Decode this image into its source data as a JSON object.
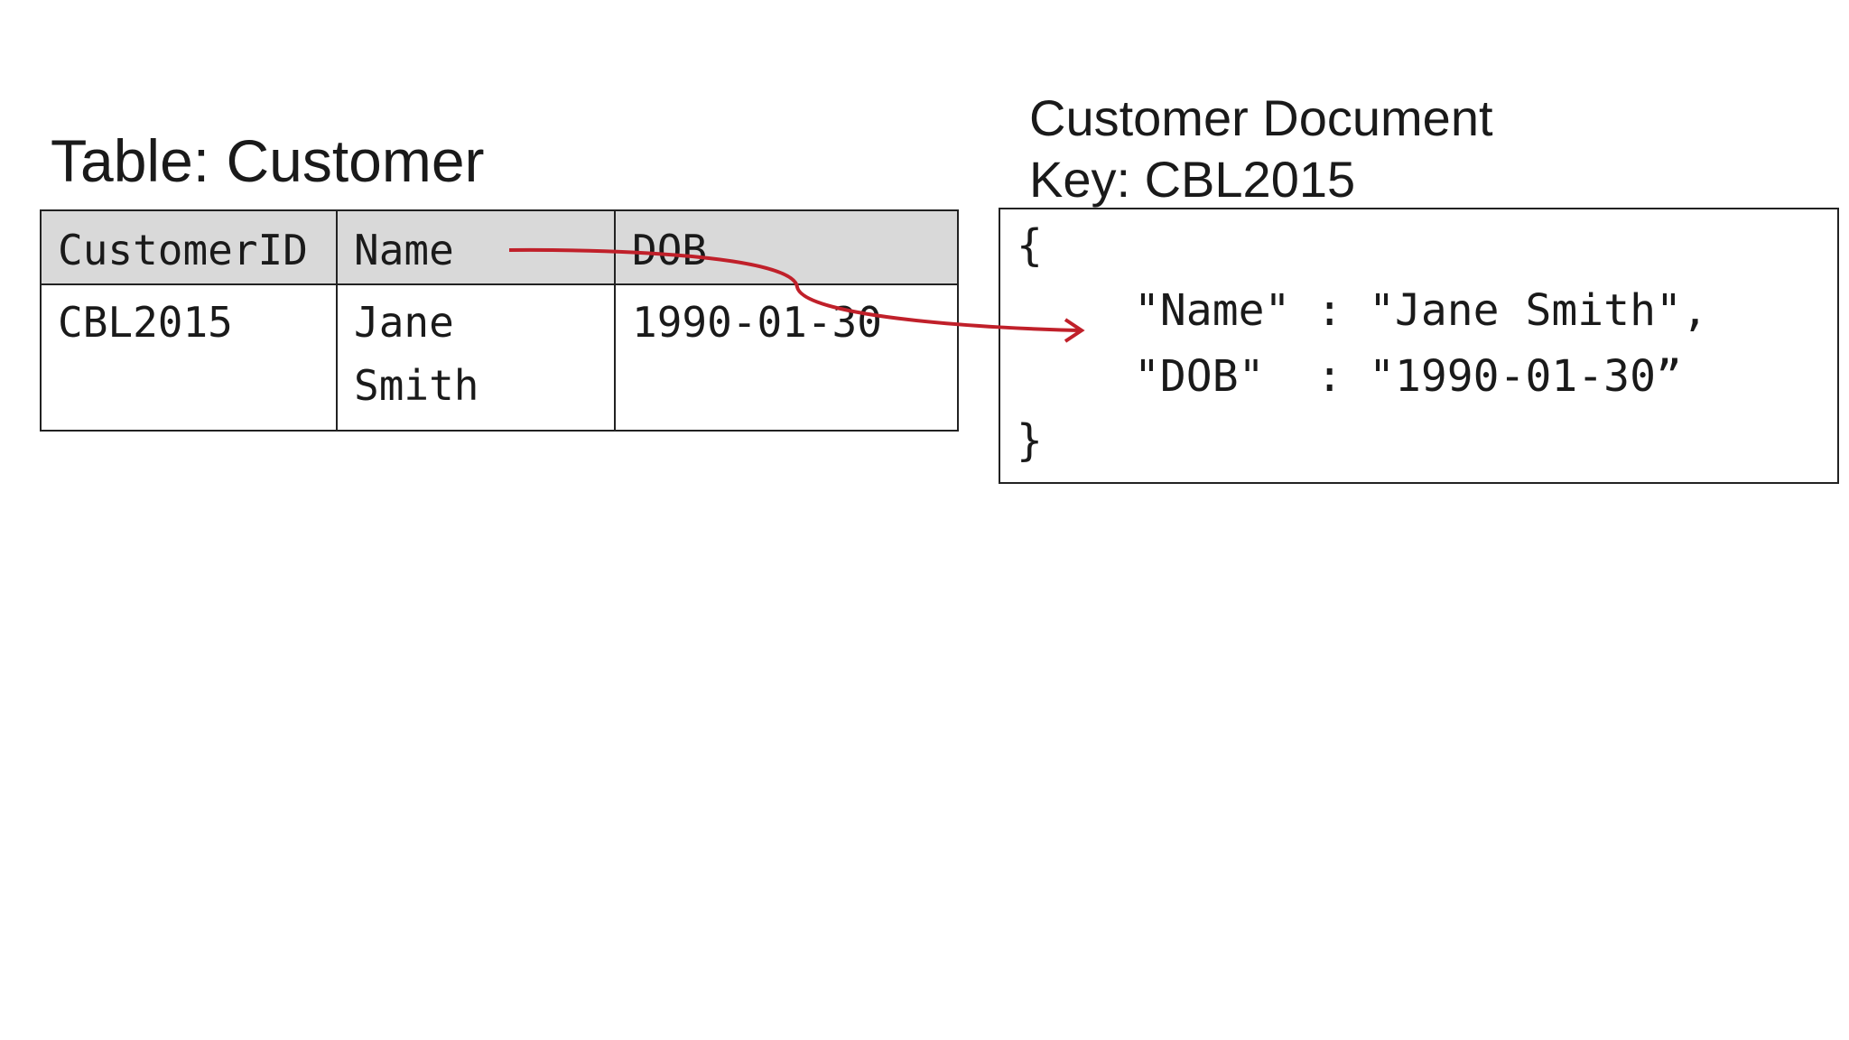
{
  "table_title": "Table: Customer",
  "table": {
    "headers": [
      "CustomerID",
      "Name",
      "DOB"
    ],
    "rows": [
      [
        "CBL2015",
        "Jane Smith",
        "1990-01-30"
      ]
    ]
  },
  "document": {
    "title": "Customer Document",
    "key_line": "Key: CBL2015",
    "open_brace": "{",
    "line1": "\"Name\" : \"Jane Smith\",",
    "line2": "\"DOB\"  : \"1990-01-30”",
    "close_brace": "}"
  },
  "colors": {
    "arrow": "#c0202a",
    "header_bg": "#d9d9d9"
  }
}
